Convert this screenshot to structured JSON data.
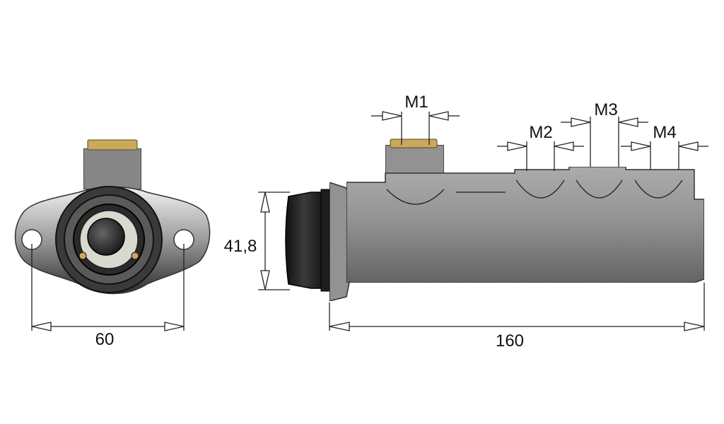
{
  "colors": {
    "body": "#9a9a9a",
    "body_dark": "#5e5e5e",
    "rubber": "#2b2b2b",
    "brass": "#c9a95a",
    "line": "#222222",
    "background": "#ffffff"
  },
  "dimensions": {
    "flange_width": "60",
    "boot_diameter": "41,8",
    "overall_length": "160",
    "port_m1": "M1",
    "port_m2": "M2",
    "port_m3": "M3",
    "port_m4": "M4"
  }
}
